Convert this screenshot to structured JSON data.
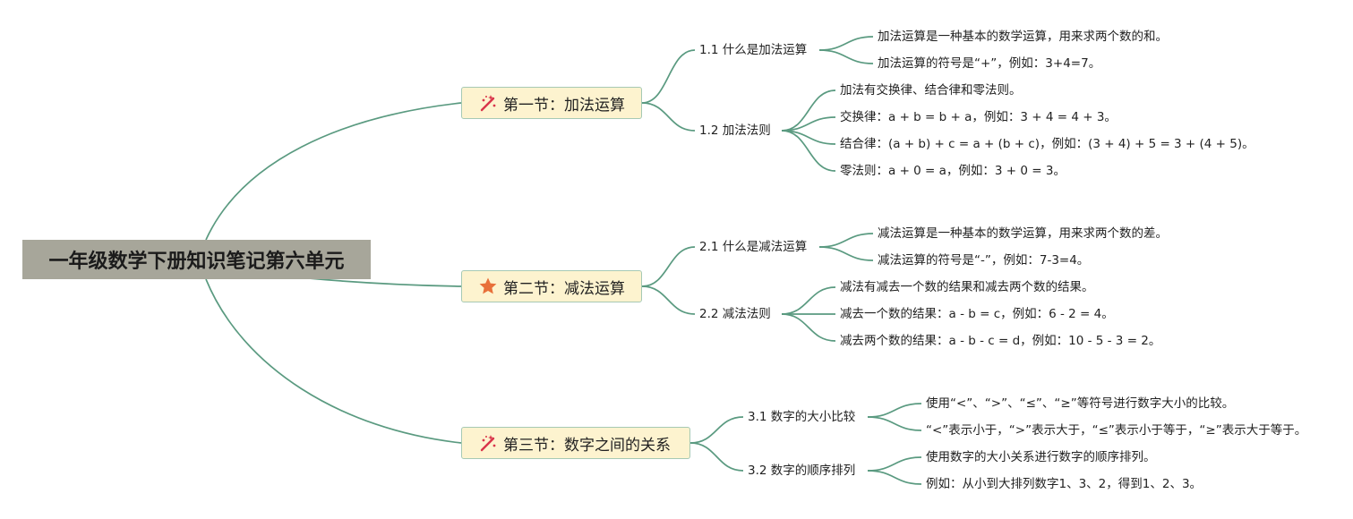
{
  "root": {
    "title": "一年级数学下册知识笔记第六单元"
  },
  "sections": [
    {
      "icon": "magic-wand-icon",
      "label": "第一节：加法运算",
      "subs": [
        {
          "label": "1.1 什么是加法运算",
          "leaves": [
            "加法运算是一种基本的数学运算，用来求两个数的和。",
            "加法运算的符号是“+”，例如：3+4=7。"
          ]
        },
        {
          "label": "1.2 加法法则",
          "leaves": [
            "加法有交换律、结合律和零法则。",
            "交换律：a + b = b + a，例如：3 + 4 = 4 + 3。",
            "结合律：(a + b) + c = a + (b + c)，例如：(3 + 4) + 5 = 3 + (4 + 5)。",
            "零法则：a + 0 = a，例如：3 + 0 = 3。"
          ]
        }
      ]
    },
    {
      "icon": "star-icon",
      "label": "第二节：减法运算",
      "subs": [
        {
          "label": "2.1 什么是减法运算",
          "leaves": [
            "减法运算是一种基本的数学运算，用来求两个数的差。",
            "减法运算的符号是“-”，例如：7-3=4。"
          ]
        },
        {
          "label": "2.2 减法法则",
          "leaves": [
            "减法有减去一个数的结果和减去两个数的结果。",
            "减去一个数的结果：a - b = c，例如：6 - 2 = 4。",
            "减去两个数的结果：a - b - c = d，例如：10 - 5 - 3 = 2。"
          ]
        }
      ]
    },
    {
      "icon": "magic-wand-icon",
      "label": "第三节：数字之间的关系",
      "subs": [
        {
          "label": "3.1 数字的大小比较",
          "leaves": [
            "使用“<”、“>”、“≤”、“≥”等符号进行数字大小的比较。",
            "“<”表示小于，“>”表示大于，“≤”表示小于等于，“≥”表示大于等于。"
          ]
        },
        {
          "label": "3.2 数字的顺序排列",
          "leaves": [
            "使用数字的大小关系进行数字的顺序排列。",
            "例如：从小到大排列数字1、3、2，得到1、2、3。"
          ]
        }
      ]
    }
  ],
  "colors": {
    "connector": "#5a9a80",
    "root_bg": "#a7a69a",
    "section_bg": "#fdf3cf",
    "section_border": "#a6c9b4",
    "wand": "#d9344a",
    "star": "#e8703a"
  }
}
